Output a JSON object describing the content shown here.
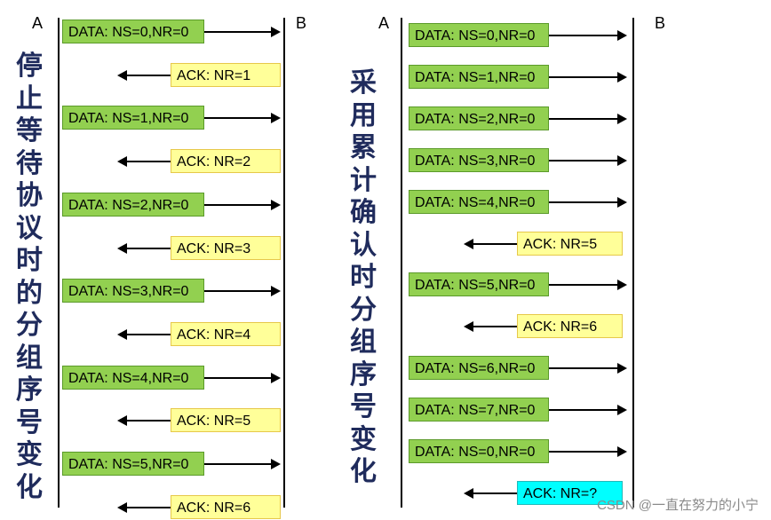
{
  "left": {
    "endpoint_a": "A",
    "endpoint_b": "B",
    "title": [
      "停",
      "止",
      "等",
      "待",
      "协",
      "议",
      "时",
      "的",
      "分",
      "组",
      "序",
      "号",
      "变",
      "化"
    ],
    "messages": [
      {
        "type": "data",
        "text": "DATA: NS=0,NR=0"
      },
      {
        "type": "ack",
        "text": "ACK:   NR=1"
      },
      {
        "type": "data",
        "text": "DATA: NS=1,NR=0"
      },
      {
        "type": "ack",
        "text": "ACK:   NR=2"
      },
      {
        "type": "data",
        "text": "DATA: NS=2,NR=0"
      },
      {
        "type": "ack",
        "text": "ACK:   NR=3"
      },
      {
        "type": "data",
        "text": "DATA: NS=3,NR=0"
      },
      {
        "type": "ack",
        "text": "ACK:   NR=4"
      },
      {
        "type": "data",
        "text": "DATA: NS=4,NR=0"
      },
      {
        "type": "ack",
        "text": "ACK:   NR=5"
      },
      {
        "type": "data",
        "text": "DATA: NS=5,NR=0"
      },
      {
        "type": "ack",
        "text": "ACK:   NR=6"
      }
    ]
  },
  "right": {
    "endpoint_a": "A",
    "endpoint_b": "B",
    "title": [
      "采",
      "用",
      "累",
      "计",
      "确",
      "认",
      "时",
      "分",
      "组",
      "序",
      "号",
      "变",
      "化"
    ],
    "messages": [
      {
        "type": "data",
        "text": "DATA: NS=0,NR=0"
      },
      {
        "type": "data",
        "text": "DATA: NS=1,NR=0"
      },
      {
        "type": "data",
        "text": "DATA: NS=2,NR=0"
      },
      {
        "type": "data",
        "text": "DATA: NS=3,NR=0"
      },
      {
        "type": "data",
        "text": "DATA: NS=4,NR=0"
      },
      {
        "type": "ack",
        "text": "ACK:   NR=5"
      },
      {
        "type": "data",
        "text": "DATA: NS=5,NR=0"
      },
      {
        "type": "ack",
        "text": "ACK:   NR=6"
      },
      {
        "type": "data",
        "text": "DATA: NS=6,NR=0"
      },
      {
        "type": "data",
        "text": "DATA: NS=7,NR=0"
      },
      {
        "type": "data",
        "text": "DATA: NS=0,NR=0"
      },
      {
        "type": "ack",
        "text": "ACK:   NR=?",
        "highlight": true
      }
    ]
  },
  "watermark": "CSDN @一直在努力的小宁"
}
